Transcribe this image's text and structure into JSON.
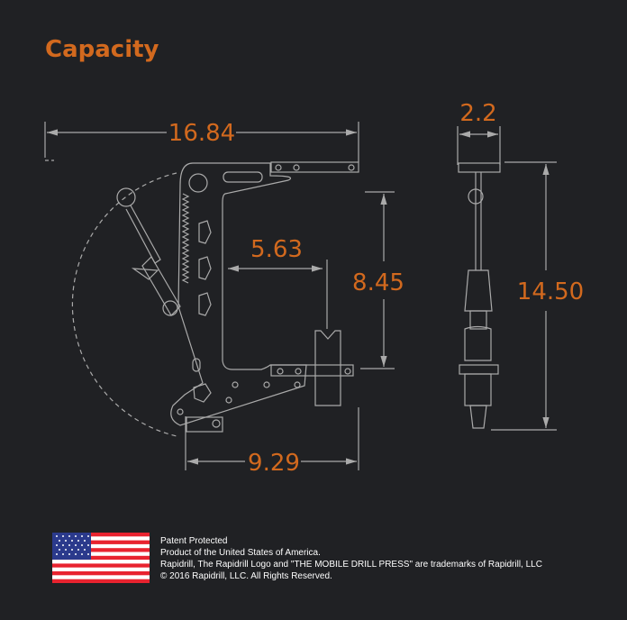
{
  "title": "Capacity",
  "dimensions": {
    "overall_length": "16.84",
    "throat_depth": "5.63",
    "throat_height": "8.45",
    "base_length": "9.29",
    "width": "2.2",
    "overall_height": "14.50"
  },
  "colors": {
    "background": "#202124",
    "accent": "#d2691e",
    "line": "#a9a9a9"
  },
  "footer": {
    "lines": [
      "Patent Protected",
      "Product of the United States of America.",
      "Rapidrill, The Rapidrill Logo and \"THE MOBILE DRILL PRESS\" are trademarks of Rapidrill, LLC",
      "© 2016 Rapidrill, LLC. All Rights Reserved."
    ],
    "flag_icon": "us-flag-icon"
  }
}
